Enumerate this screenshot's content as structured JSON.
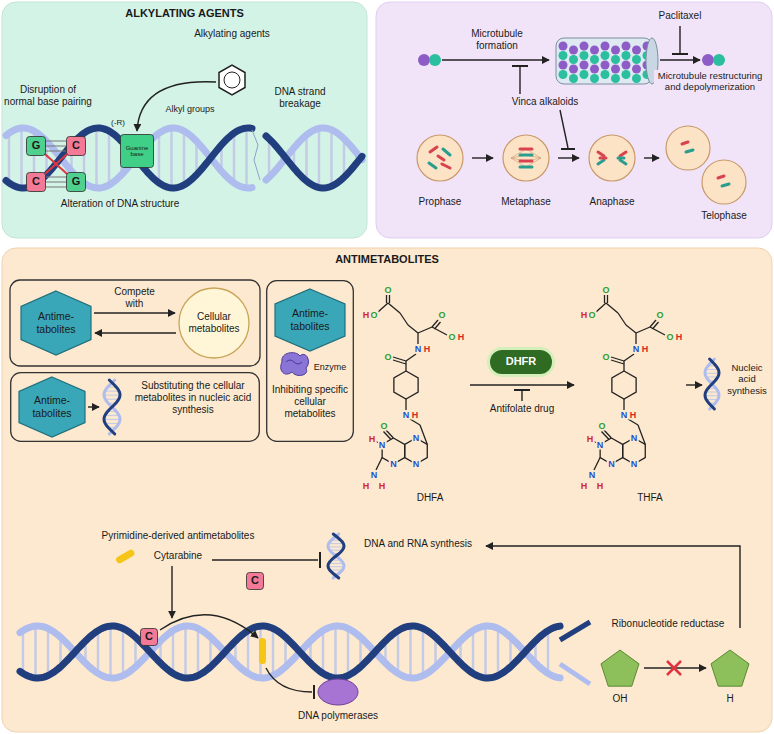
{
  "diagram": {
    "nodes": [
      {
        "text": [
          "ALKYLATING AGENTS"
        ]
      },
      {
        "text": [
          "G"
        ],
        "in": 0
      },
      {
        "text": [
          "C"
        ],
        "in": 0
      },
      {
        "text": [
          "C"
        ],
        "in": 0
      },
      {
        "text": [
          "G"
        ],
        "in": 0
      },
      {
        "text": [
          "Guanine base"
        ],
        "in": 0
      },
      {
        "text": [
          "Prophase"
        ]
      },
      {
        "text": [
          "Metaphase"
        ]
      },
      {
        "text": [
          "Anaphase"
        ]
      },
      {
        "text": [
          "Telophase"
        ]
      },
      {
        "text": [
          "ANTIMETABOLITES"
        ]
      },
      {
        "text": [
          "Antime- tabolites"
        ],
        "in": 10
      },
      {
        "text": [
          "Cellular metabolites"
        ],
        "in": 10
      },
      {
        "text": [
          "Substituting the cellular metabolites in nucleic acid synthesis"
        ],
        "in": 10
      },
      {
        "text": [
          "Antime- tabolites"
        ],
        "in": 13
      },
      {
        "text": [
          "Inhibiting specific cellular metabolites"
        ],
        "in": 10
      },
      {
        "text": [
          "Antime- tabolites"
        ],
        "in": 15
      },
      {
        "text": [
          "DHFR"
        ],
        "in": 10
      },
      {
        "text": [
          "C"
        ],
        "in": 10
      },
      {
        "text": [
          "C"
        ],
        "in": 10
      }
    ],
    "edges": [
      {
        "from": 11,
        "to": 12,
        "arrow": "to",
        "label": "Compete with"
      },
      {
        "from": 12,
        "to": 11,
        "arrow": "to"
      },
      {
        "from": 6,
        "to": 7,
        "arrow": "to"
      },
      {
        "from": 7,
        "to": 8,
        "arrow": "to"
      },
      {
        "from": 8,
        "to": 9,
        "arrow": "to"
      }
    ],
    "labels": [
      "Alkylating agents",
      "Disruption of normal base pairing",
      "(-R)",
      "Alkyl groups",
      "DNA strand breakage",
      "Alteration of DNA structure",
      "Microtubule formation",
      "Paclitaxel",
      "Microtubule restructuring and depolymerization",
      "Vinca alkaloids",
      "Enzyme",
      "DHFA",
      "THFA",
      "Antifolate drug",
      "Nucleic acid synthesis",
      "Pyrimidine-derived antimetabolites",
      "Cytarabine",
      "DNA and RNA synthesis",
      "DNA polymerases",
      "Ribonucleotide reductase",
      "OH",
      "H",
      "O",
      "O",
      "H",
      "O",
      "O",
      "H",
      "O",
      "N",
      "H",
      "N",
      "H",
      "N",
      "N",
      "N",
      "N",
      "H",
      "O",
      "N",
      "H",
      "H",
      "O",
      "O",
      "H",
      "O",
      "O",
      "H",
      "O",
      "N",
      "H",
      "N",
      "H",
      "N",
      "N",
      "N",
      "N",
      "H",
      "O",
      "N",
      "H",
      "H"
    ]
  }
}
